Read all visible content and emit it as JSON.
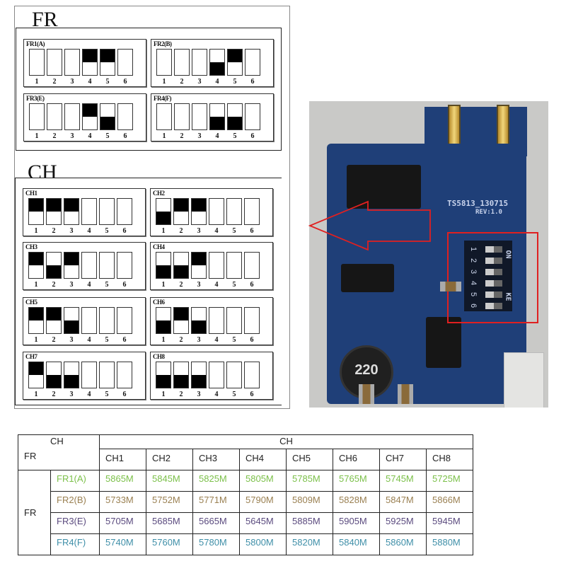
{
  "diagram": {
    "fr_title": "FR",
    "ch_title": "CH",
    "fr_switches": [
      {
        "label": "FR1(A)",
        "states": [
          "off",
          "off",
          "off",
          "up",
          "up",
          "off"
        ]
      },
      {
        "label": "FR2(B)",
        "states": [
          "off",
          "off",
          "off",
          "down",
          "up",
          "off"
        ]
      },
      {
        "label": "FR3(E)",
        "states": [
          "off",
          "off",
          "off",
          "up",
          "down",
          "off"
        ]
      },
      {
        "label": "FR4(F)",
        "states": [
          "off",
          "off",
          "off",
          "down",
          "down",
          "off"
        ]
      }
    ],
    "ch_switches": [
      {
        "label": "CH1",
        "states": [
          "up",
          "up",
          "up",
          "off",
          "off",
          "off"
        ]
      },
      {
        "label": "CH2",
        "states": [
          "down",
          "up",
          "up",
          "off",
          "off",
          "off"
        ]
      },
      {
        "label": "CH3",
        "states": [
          "up",
          "down",
          "up",
          "off",
          "off",
          "off"
        ]
      },
      {
        "label": "CH4",
        "states": [
          "down",
          "down",
          "up",
          "off",
          "off",
          "off"
        ]
      },
      {
        "label": "CH5",
        "states": [
          "up",
          "up",
          "down",
          "off",
          "off",
          "off"
        ]
      },
      {
        "label": "CH6",
        "states": [
          "down",
          "up",
          "down",
          "off",
          "off",
          "off"
        ]
      },
      {
        "label": "CH7",
        "states": [
          "up",
          "down",
          "down",
          "off",
          "off",
          "off"
        ]
      },
      {
        "label": "CH8",
        "states": [
          "down",
          "down",
          "down",
          "off",
          "off",
          "off"
        ]
      }
    ],
    "switch_numbers": [
      "1",
      "2",
      "3",
      "4",
      "5",
      "6"
    ]
  },
  "photo": {
    "board_label": "TS5813_130715",
    "rev_label": "REV:1.0",
    "dip_on_label": "ON",
    "dip_ke_label": "KE",
    "dip_numbers": [
      "1",
      "2",
      "3",
      "4",
      "5",
      "6"
    ],
    "inductor_label": "220",
    "highlight_color": "#e02020"
  },
  "table": {
    "corner_ch": "CH",
    "corner_fr": "FR",
    "ch_header": "CH",
    "fr_side": "FR",
    "channels": [
      "CH1",
      "CH2",
      "CH3",
      "CH4",
      "CH5",
      "CH6",
      "CH7",
      "CH8"
    ],
    "rows": [
      {
        "name": "FR1(A)",
        "color": "#7cc04a",
        "values": [
          "5865M",
          "5845M",
          "5825M",
          "5805M",
          "5785M",
          "5765M",
          "5745M",
          "5725M"
        ]
      },
      {
        "name": "FR2(B)",
        "color": "#9a8052",
        "values": [
          "5733M",
          "5752M",
          "5771M",
          "5790M",
          "5809M",
          "5828M",
          "5847M",
          "5866M"
        ]
      },
      {
        "name": "FR3(E)",
        "color": "#5a4a7e",
        "values": [
          "5705M",
          "5685M",
          "5665M",
          "5645M",
          "5885M",
          "5905M",
          "5925M",
          "5945M"
        ]
      },
      {
        "name": "FR4(F)",
        "color": "#3f8fa8",
        "values": [
          "5740M",
          "5760M",
          "5780M",
          "5800M",
          "5820M",
          "5840M",
          "5860M",
          "5880M"
        ]
      }
    ]
  }
}
